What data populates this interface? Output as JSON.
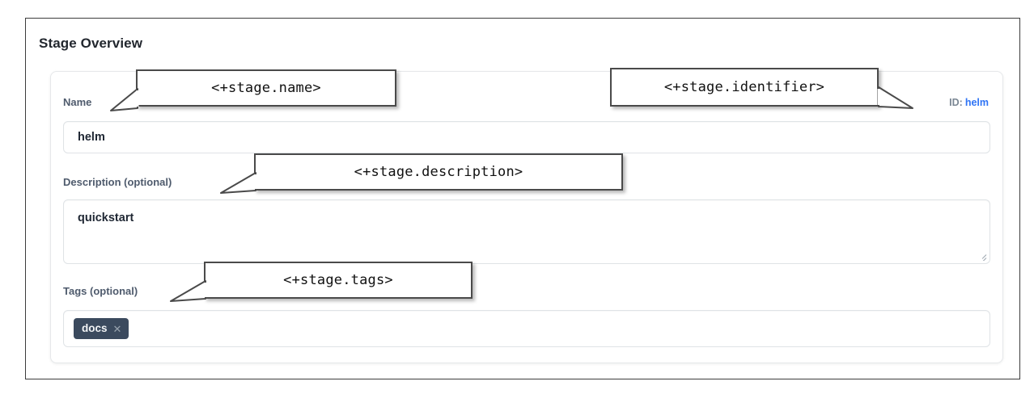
{
  "panel": {
    "title": "Stage Overview"
  },
  "identifier": {
    "key": "ID:",
    "value": "helm",
    "color": "#2f74f5"
  },
  "fields": {
    "name": {
      "label": "Name",
      "value": "helm",
      "placeholder": ""
    },
    "description": {
      "label": "Description (optional)",
      "value": "quickstart",
      "placeholder": ""
    },
    "tags": {
      "label": "Tags (optional)",
      "chips": [
        {
          "label": "docs",
          "remove_icon": "close-icon"
        }
      ],
      "placeholder": ""
    }
  },
  "callouts": {
    "name": "<+stage.name>",
    "identifier": "<+stage.identifier>",
    "description": "<+stage.description>",
    "tags": "<+stage.tags>"
  },
  "icons": {
    "resize_grip": "resize-handle-icon",
    "tag_remove": "close-icon"
  },
  "colors": {
    "chip_background": "#3b4a5e",
    "label_text": "#4f5b6d",
    "link": "#2f74f5",
    "callout_border": "#4a4a4a",
    "frame_border": "#3c3c3c"
  }
}
